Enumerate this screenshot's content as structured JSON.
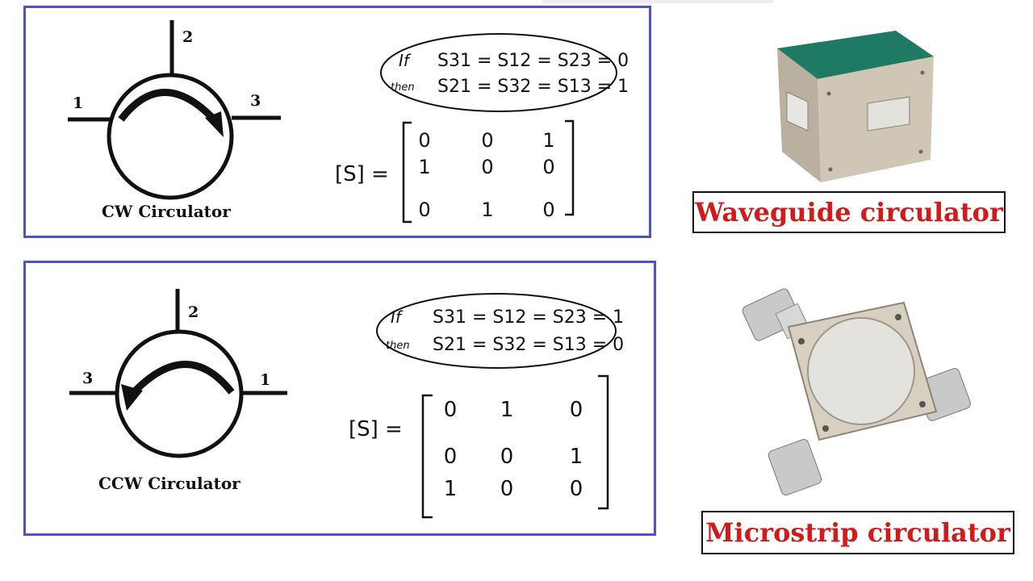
{
  "cw": {
    "port_top": "2",
    "port_left": "1",
    "port_right": "3",
    "caption": "CW Circulator",
    "cond_if": "If",
    "cond_line1": "S31 = S12 = S23 = 0",
    "cond_then": "then",
    "cond_line2": "S21 = S32 = S13 = 1",
    "matrix_label": "[S] =",
    "matrix": [
      [
        "0",
        "0",
        "1"
      ],
      [
        "1",
        "0",
        "0"
      ],
      [
        "0",
        "1",
        "0"
      ]
    ]
  },
  "ccw": {
    "port_top": "2",
    "port_left": "3",
    "port_right": "1",
    "caption": "CCW Circulator",
    "cond_if": "If",
    "cond_line1": "S31 = S12 = S23 = 1",
    "cond_then": "then",
    "cond_line2": "S21 = S32 = S13 = 0",
    "matrix_label": "[S] =",
    "matrix": [
      [
        "0",
        "1",
        "0"
      ],
      [
        "0",
        "0",
        "1"
      ],
      [
        "1",
        "0",
        "0"
      ]
    ]
  },
  "photos": {
    "waveguide_label": "Waveguide circulator",
    "microstrip_label": "Microstrip circulator"
  },
  "colors": {
    "panel_border": "#4a55c0",
    "label_text": "#d11a1a",
    "waveguide_top": "#1f7a63",
    "waveguide_body": "#c8bfae"
  }
}
